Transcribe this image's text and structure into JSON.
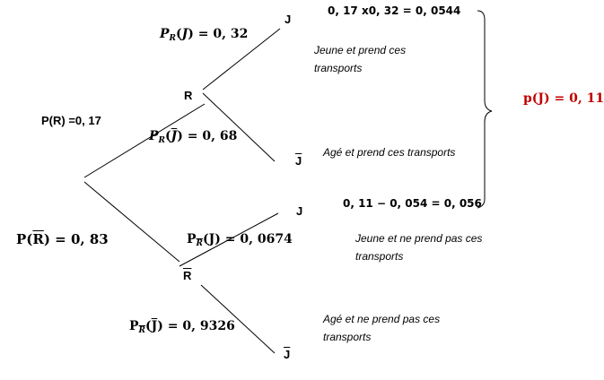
{
  "nodes": {
    "R": "R",
    "R_bar": "R",
    "J_top": "J",
    "J_bar_top": "J",
    "J_mid": "J",
    "J_bar_bottom": "J"
  },
  "probabilities": {
    "p_R": "P(R) =0, 17",
    "p_R_bar": {
      "prefix": "P(",
      "var": "R",
      "suffix": ") = 0, 83"
    },
    "pR_J": {
      "P": "P",
      "sub": "R",
      "open": "(",
      "var": "J",
      "close": ") = 0, 32"
    },
    "pR_J_bar": {
      "P": "P",
      "sub": "R",
      "open": "(",
      "var": "J",
      "close": ") = 0, 68"
    },
    "pRbar_J": {
      "P": "P",
      "sub": "R",
      "open": "(J) = 0, 0674"
    },
    "pRbar_J_bar": {
      "P": "P",
      "sub": "R",
      "open": "(",
      "var": "J",
      "close": ") = 0, 9326"
    }
  },
  "calculations": {
    "top": "0, 17 x0, 32 = 0, 0544",
    "bottom": "0, 11 − 0, 054 = 0, 056"
  },
  "descriptions": {
    "young_takes": "Jeune et prend ces transports",
    "old_takes": "Agé et prend ces transports",
    "young_not": "Jeune et ne prend pas ces transports",
    "old_not": "Agé et ne prend pas ces transports"
  },
  "result": "p(J) = 0, 11",
  "colors": {
    "result": "#c00000",
    "lines": "#000000"
  }
}
